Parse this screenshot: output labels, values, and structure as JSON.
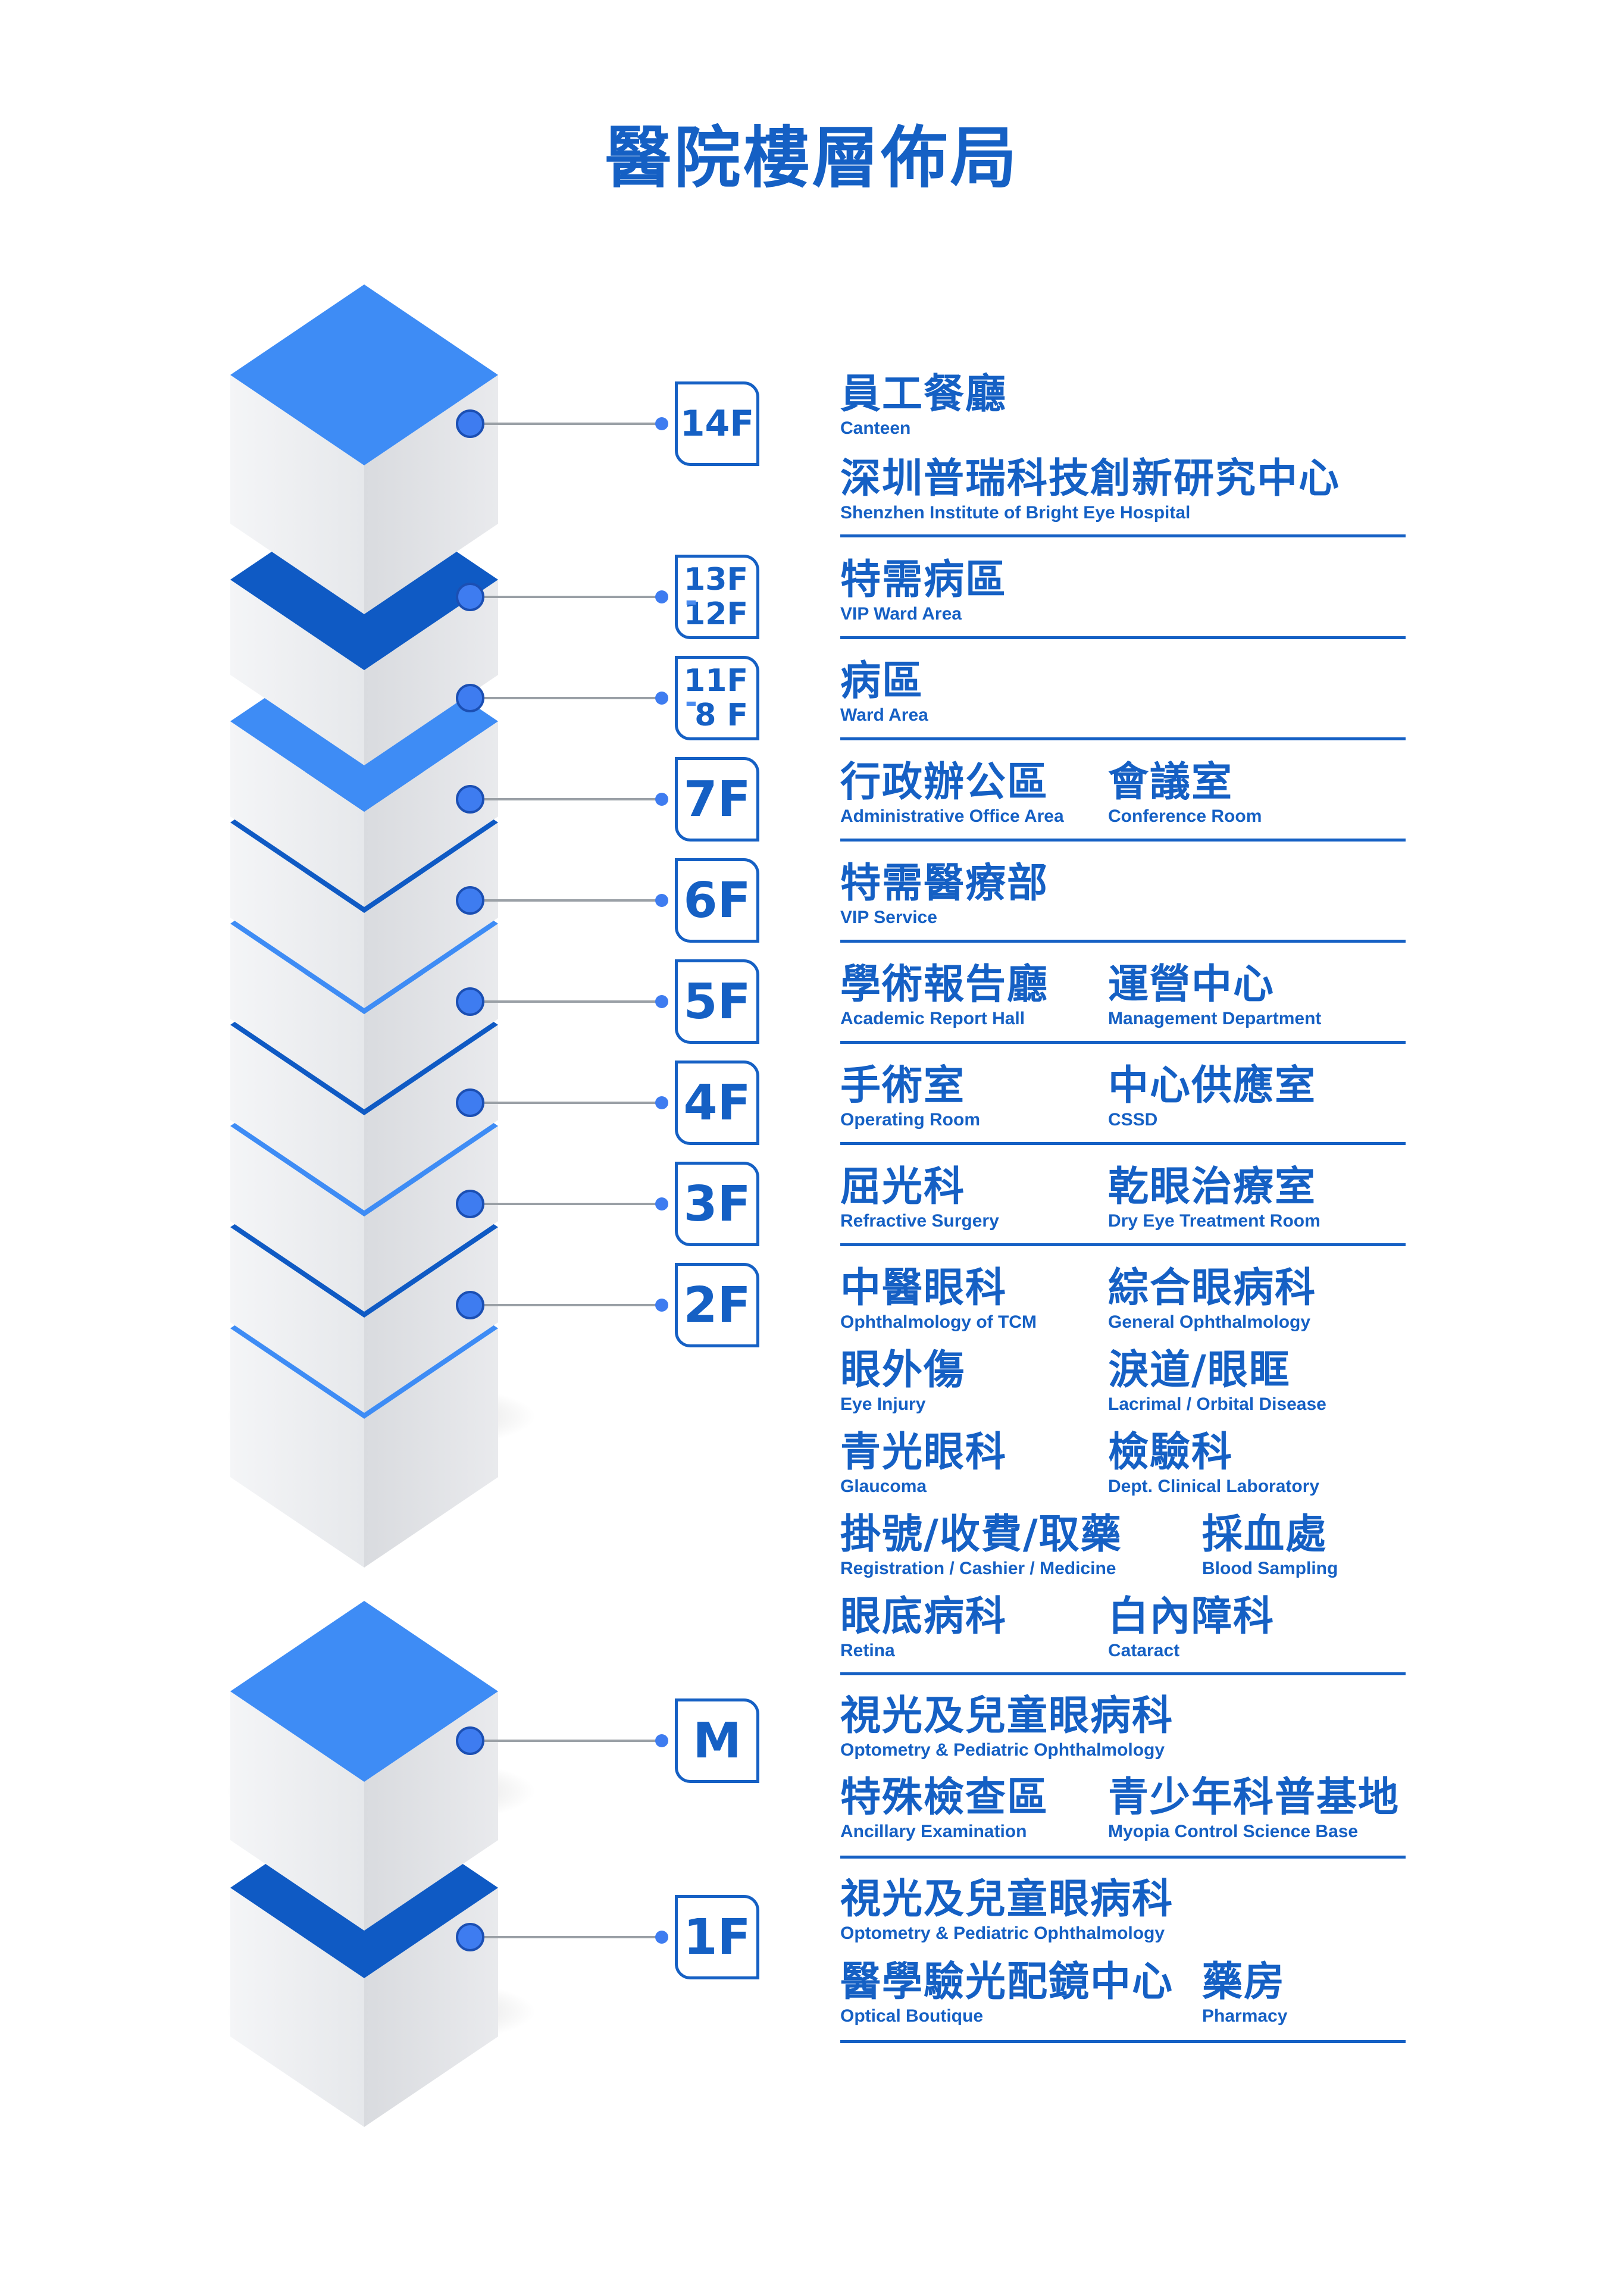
{
  "title": "醫院樓層佈局",
  "colors": {
    "primary": "#1560c4",
    "light_top": "#3e8cf5",
    "dark_top": "#0f5ac4",
    "line": "#9aa0a6"
  },
  "floors": [
    {
      "label": "14F",
      "entries": [
        [
          {
            "zh": "員工餐廳",
            "en": "Canteen"
          }
        ],
        [
          {
            "zh": "深圳普瑞科技創新研究中心",
            "en": "Shenzhen Institute of Bright Eye Hospital"
          }
        ]
      ]
    },
    {
      "label_top": "13F",
      "label_bottom": "12F",
      "entries": [
        [
          {
            "zh": "特需病區",
            "en": "VIP Ward Area"
          }
        ]
      ]
    },
    {
      "label_top": "11F",
      "label_bottom": "8 F",
      "entries": [
        [
          {
            "zh": "病區",
            "en": "Ward Area"
          }
        ]
      ]
    },
    {
      "label": "7F",
      "entries": [
        [
          {
            "zh": "行政辦公區",
            "en": "Administrative Office Area"
          },
          {
            "zh": "會議室",
            "en": "Conference Room"
          }
        ]
      ]
    },
    {
      "label": "6F",
      "entries": [
        [
          {
            "zh": "特需醫療部",
            "en": "VIP Service"
          }
        ]
      ]
    },
    {
      "label": "5F",
      "entries": [
        [
          {
            "zh": "學術報告廳",
            "en": "Academic Report Hall"
          },
          {
            "zh": "運營中心",
            "en": "Management Department"
          }
        ]
      ]
    },
    {
      "label": "4F",
      "entries": [
        [
          {
            "zh": "手術室",
            "en": "Operating Room"
          },
          {
            "zh": "中心供應室",
            "en": "CSSD"
          }
        ]
      ]
    },
    {
      "label": "3F",
      "entries": [
        [
          {
            "zh": "屈光科",
            "en": "Refractive Surgery"
          },
          {
            "zh": "乾眼治療室",
            "en": "Dry Eye Treatment Room"
          }
        ]
      ]
    },
    {
      "label": "2F",
      "entries": [
        [
          {
            "zh": "中醫眼科",
            "en": "Ophthalmology of TCM"
          },
          {
            "zh": "綜合眼病科",
            "en": "General Ophthalmology"
          }
        ],
        [
          {
            "zh": "眼外傷",
            "en": "Eye Injury"
          },
          {
            "zh": "淚道/眼眶",
            "en": "Lacrimal / Orbital Disease"
          }
        ],
        [
          {
            "zh": "青光眼科",
            "en": "Glaucoma"
          },
          {
            "zh": "檢驗科",
            "en": "Dept. Clinical Laboratory"
          }
        ],
        [
          {
            "zh": "掛號/收費/取藥",
            "en": "Registration / Cashier / Medicine"
          },
          {
            "zh": "採血處",
            "en": "Blood Sampling"
          }
        ],
        [
          {
            "zh": "眼底病科",
            "en": "Retina"
          },
          {
            "zh": "白內障科",
            "en": "Cataract"
          }
        ]
      ]
    },
    {
      "label": "M",
      "entries": [
        [
          {
            "zh": "視光及兒童眼病科",
            "en": "Optometry & Pediatric Ophthalmology"
          }
        ],
        [
          {
            "zh": "特殊檢查區",
            "en": "Ancillary Examination"
          },
          {
            "zh": "青少年科普基地",
            "en": "Myopia Control Science Base"
          }
        ]
      ]
    },
    {
      "label": "1F",
      "entries": [
        [
          {
            "zh": "視光及兒童眼病科",
            "en": "Optometry & Pediatric Ophthalmology"
          }
        ],
        [
          {
            "zh": "醫學驗光配鏡中心",
            "en": "Optical Boutique"
          },
          {
            "zh": "藥房",
            "en": "Pharmacy"
          }
        ]
      ]
    }
  ]
}
